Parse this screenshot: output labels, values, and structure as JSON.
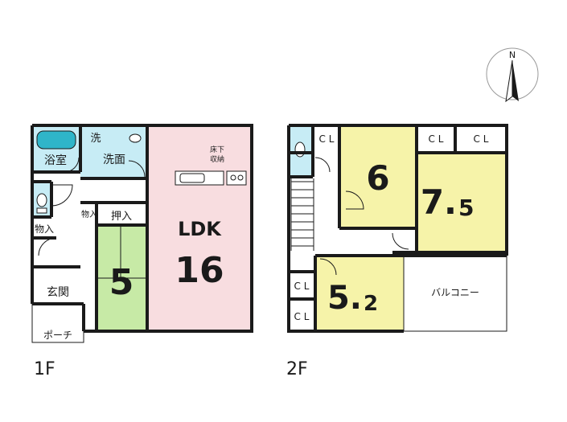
{
  "compass": {
    "north": "N"
  },
  "floor1": {
    "floor_label": "1F",
    "rooms": {
      "bath": "浴室",
      "washer": "洗",
      "washroom": "洗面",
      "underfloor_line1": "床下",
      "underfloor_line2": "収納",
      "closet": "物入",
      "oshiire": "押入",
      "ldk_name": "LDK",
      "ldk_size": "16",
      "tatami_size": "5",
      "storage": "物入",
      "entrance": "玄関",
      "porch": "ポーチ"
    }
  },
  "floor2": {
    "floor_label": "2F",
    "rooms": {
      "cl_topleft": "C L",
      "cl_top_a": "C L",
      "cl_top_b": "C L",
      "room6_size": "6",
      "room75_whole": "7.",
      "room75_frac": "5",
      "cl_left_a": "C L",
      "cl_left_b": "C L",
      "room52_whole": "5.",
      "room52_frac": "2",
      "balcony": "バルコニー"
    }
  },
  "colors": {
    "ldk": "#f8dde0",
    "tatami": "#c7eaa6",
    "wet_area": "#c7ecf5",
    "bedroom": "#f6f3a9",
    "wall": "#1a1a1a"
  }
}
